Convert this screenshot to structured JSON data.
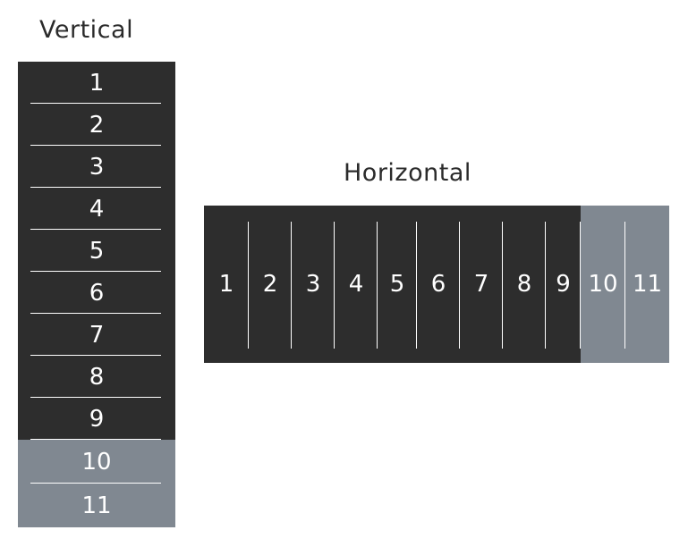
{
  "titles": {
    "vertical": "Vertical",
    "horizontal": "Horizontal"
  },
  "colors": {
    "dark": "#2d2d2d",
    "gray": "#808891",
    "text": "#ffffff"
  },
  "vertical": {
    "cells": [
      {
        "label": "1",
        "tone": "dark"
      },
      {
        "label": "2",
        "tone": "dark"
      },
      {
        "label": "3",
        "tone": "dark"
      },
      {
        "label": "4",
        "tone": "dark"
      },
      {
        "label": "5",
        "tone": "dark"
      },
      {
        "label": "6",
        "tone": "dark"
      },
      {
        "label": "7",
        "tone": "dark"
      },
      {
        "label": "8",
        "tone": "dark"
      },
      {
        "label": "9",
        "tone": "dark"
      },
      {
        "label": "10",
        "tone": "gray"
      },
      {
        "label": "11",
        "tone": "gray"
      }
    ]
  },
  "horizontal": {
    "cells": [
      {
        "label": "1",
        "tone": "dark"
      },
      {
        "label": "2",
        "tone": "dark"
      },
      {
        "label": "3",
        "tone": "dark"
      },
      {
        "label": "4",
        "tone": "dark"
      },
      {
        "label": "5",
        "tone": "dark"
      },
      {
        "label": "6",
        "tone": "dark"
      },
      {
        "label": "7",
        "tone": "dark"
      },
      {
        "label": "8",
        "tone": "dark"
      },
      {
        "label": "9",
        "tone": "dark"
      },
      {
        "label": "10",
        "tone": "gray"
      },
      {
        "label": "11",
        "tone": "gray"
      }
    ]
  }
}
